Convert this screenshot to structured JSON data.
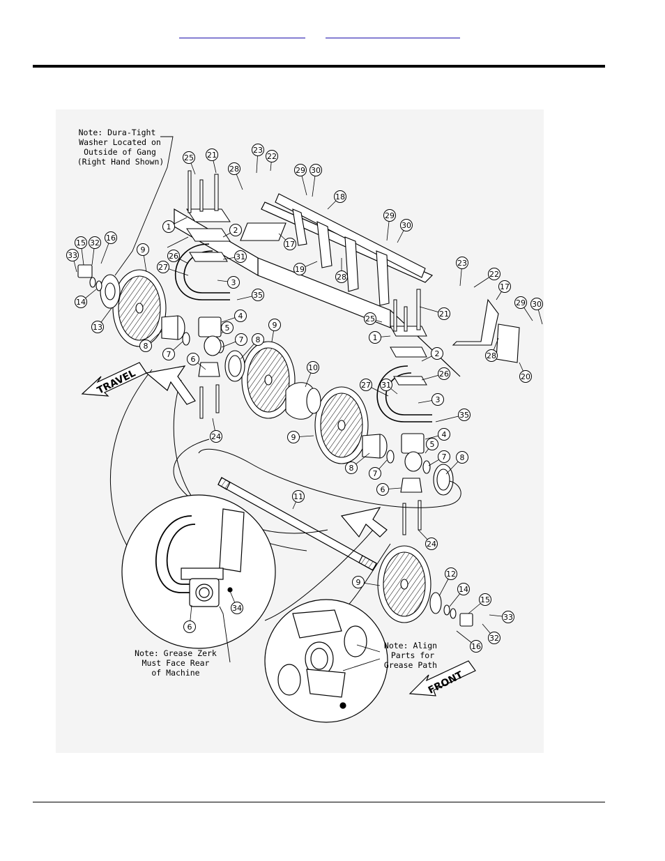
{
  "header": {
    "link_left": "",
    "link_right": ""
  },
  "labels": {
    "travel": "TRAVEL",
    "front": "FRONT"
  },
  "notes": {
    "dura_tight": [
      "Note: Dura-Tight",
      "Washer Located on",
      "Outside of Gang",
      "(Right Hand Shown)"
    ],
    "grease_zerk": [
      "Note: Grease Zerk",
      "Must Face Rear",
      "of Machine"
    ],
    "align_parts": [
      "Note: Align",
      "Parts for",
      "Grease Path"
    ]
  },
  "callouts": [
    {
      "n": "25"
    },
    {
      "n": "21"
    },
    {
      "n": "23"
    },
    {
      "n": "22"
    },
    {
      "n": "28"
    },
    {
      "n": "29"
    },
    {
      "n": "30"
    },
    {
      "n": "18"
    },
    {
      "n": "1"
    },
    {
      "n": "2"
    },
    {
      "n": "17"
    },
    {
      "n": "29"
    },
    {
      "n": "30"
    },
    {
      "n": "15"
    },
    {
      "n": "32"
    },
    {
      "n": "16"
    },
    {
      "n": "33"
    },
    {
      "n": "9"
    },
    {
      "n": "26"
    },
    {
      "n": "31"
    },
    {
      "n": "19"
    },
    {
      "n": "28"
    },
    {
      "n": "27"
    },
    {
      "n": "3"
    },
    {
      "n": "14"
    },
    {
      "n": "35"
    },
    {
      "n": "13"
    },
    {
      "n": "4"
    },
    {
      "n": "23"
    },
    {
      "n": "22"
    },
    {
      "n": "17"
    },
    {
      "n": "29"
    },
    {
      "n": "30"
    },
    {
      "n": "21"
    },
    {
      "n": "25"
    },
    {
      "n": "5"
    },
    {
      "n": "9"
    },
    {
      "n": "1"
    },
    {
      "n": "8"
    },
    {
      "n": "7"
    },
    {
      "n": "7"
    },
    {
      "n": "8"
    },
    {
      "n": "6"
    },
    {
      "n": "28"
    },
    {
      "n": "20"
    },
    {
      "n": "10"
    },
    {
      "n": "2"
    },
    {
      "n": "26"
    },
    {
      "n": "31"
    },
    {
      "n": "27"
    },
    {
      "n": "3"
    },
    {
      "n": "24"
    },
    {
      "n": "35"
    },
    {
      "n": "9"
    },
    {
      "n": "4"
    },
    {
      "n": "5"
    },
    {
      "n": "8"
    },
    {
      "n": "7"
    },
    {
      "n": "8"
    },
    {
      "n": "7"
    },
    {
      "n": "6"
    },
    {
      "n": "11"
    },
    {
      "n": "24"
    },
    {
      "n": "9"
    },
    {
      "n": "12"
    },
    {
      "n": "14"
    },
    {
      "n": "15"
    },
    {
      "n": "33"
    },
    {
      "n": "32"
    },
    {
      "n": "16"
    },
    {
      "n": "34"
    },
    {
      "n": "6"
    }
  ]
}
